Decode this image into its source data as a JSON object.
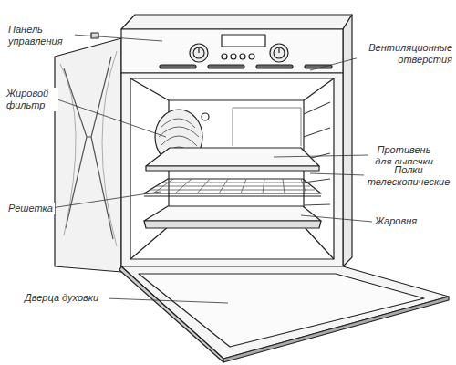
{
  "diagram": {
    "labels": [
      "Панель управления",
      "Вентиляционные отверстия",
      "Жировой фильтр",
      "Противень для выпечки",
      "Полки телескопические",
      "Решетка",
      "Жаровня",
      "Дверца духовки"
    ]
  }
}
